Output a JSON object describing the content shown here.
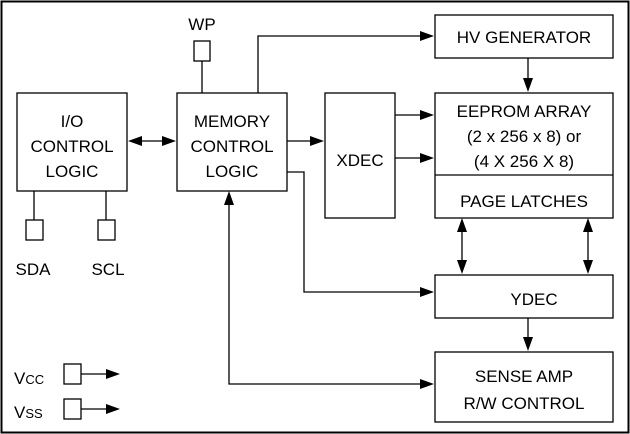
{
  "blocks": {
    "io_control": {
      "lines": [
        "I/O",
        "CONTROL",
        "LOGIC"
      ]
    },
    "memory_control": {
      "lines": [
        "MEMORY",
        "CONTROL",
        "LOGIC"
      ]
    },
    "xdec": {
      "label": "XDEC"
    },
    "hv_generator": {
      "label": "HV GENERATOR"
    },
    "eeprom_array": {
      "lines": [
        "EEPROM ARRAY",
        "(2 x 256 x 8) or",
        "(4 X 256 X 8)"
      ]
    },
    "page_latches": {
      "label": "PAGE LATCHES"
    },
    "ydec": {
      "label": "YDEC"
    },
    "sense_amp": {
      "lines": [
        "SENSE AMP",
        "R/W CONTROL"
      ]
    }
  },
  "pins": {
    "wp": "WP",
    "sda": "SDA",
    "scl": "SCL",
    "vcc": {
      "main": "V",
      "sub": "CC"
    },
    "vss": {
      "main": "V",
      "sub": "SS"
    }
  }
}
